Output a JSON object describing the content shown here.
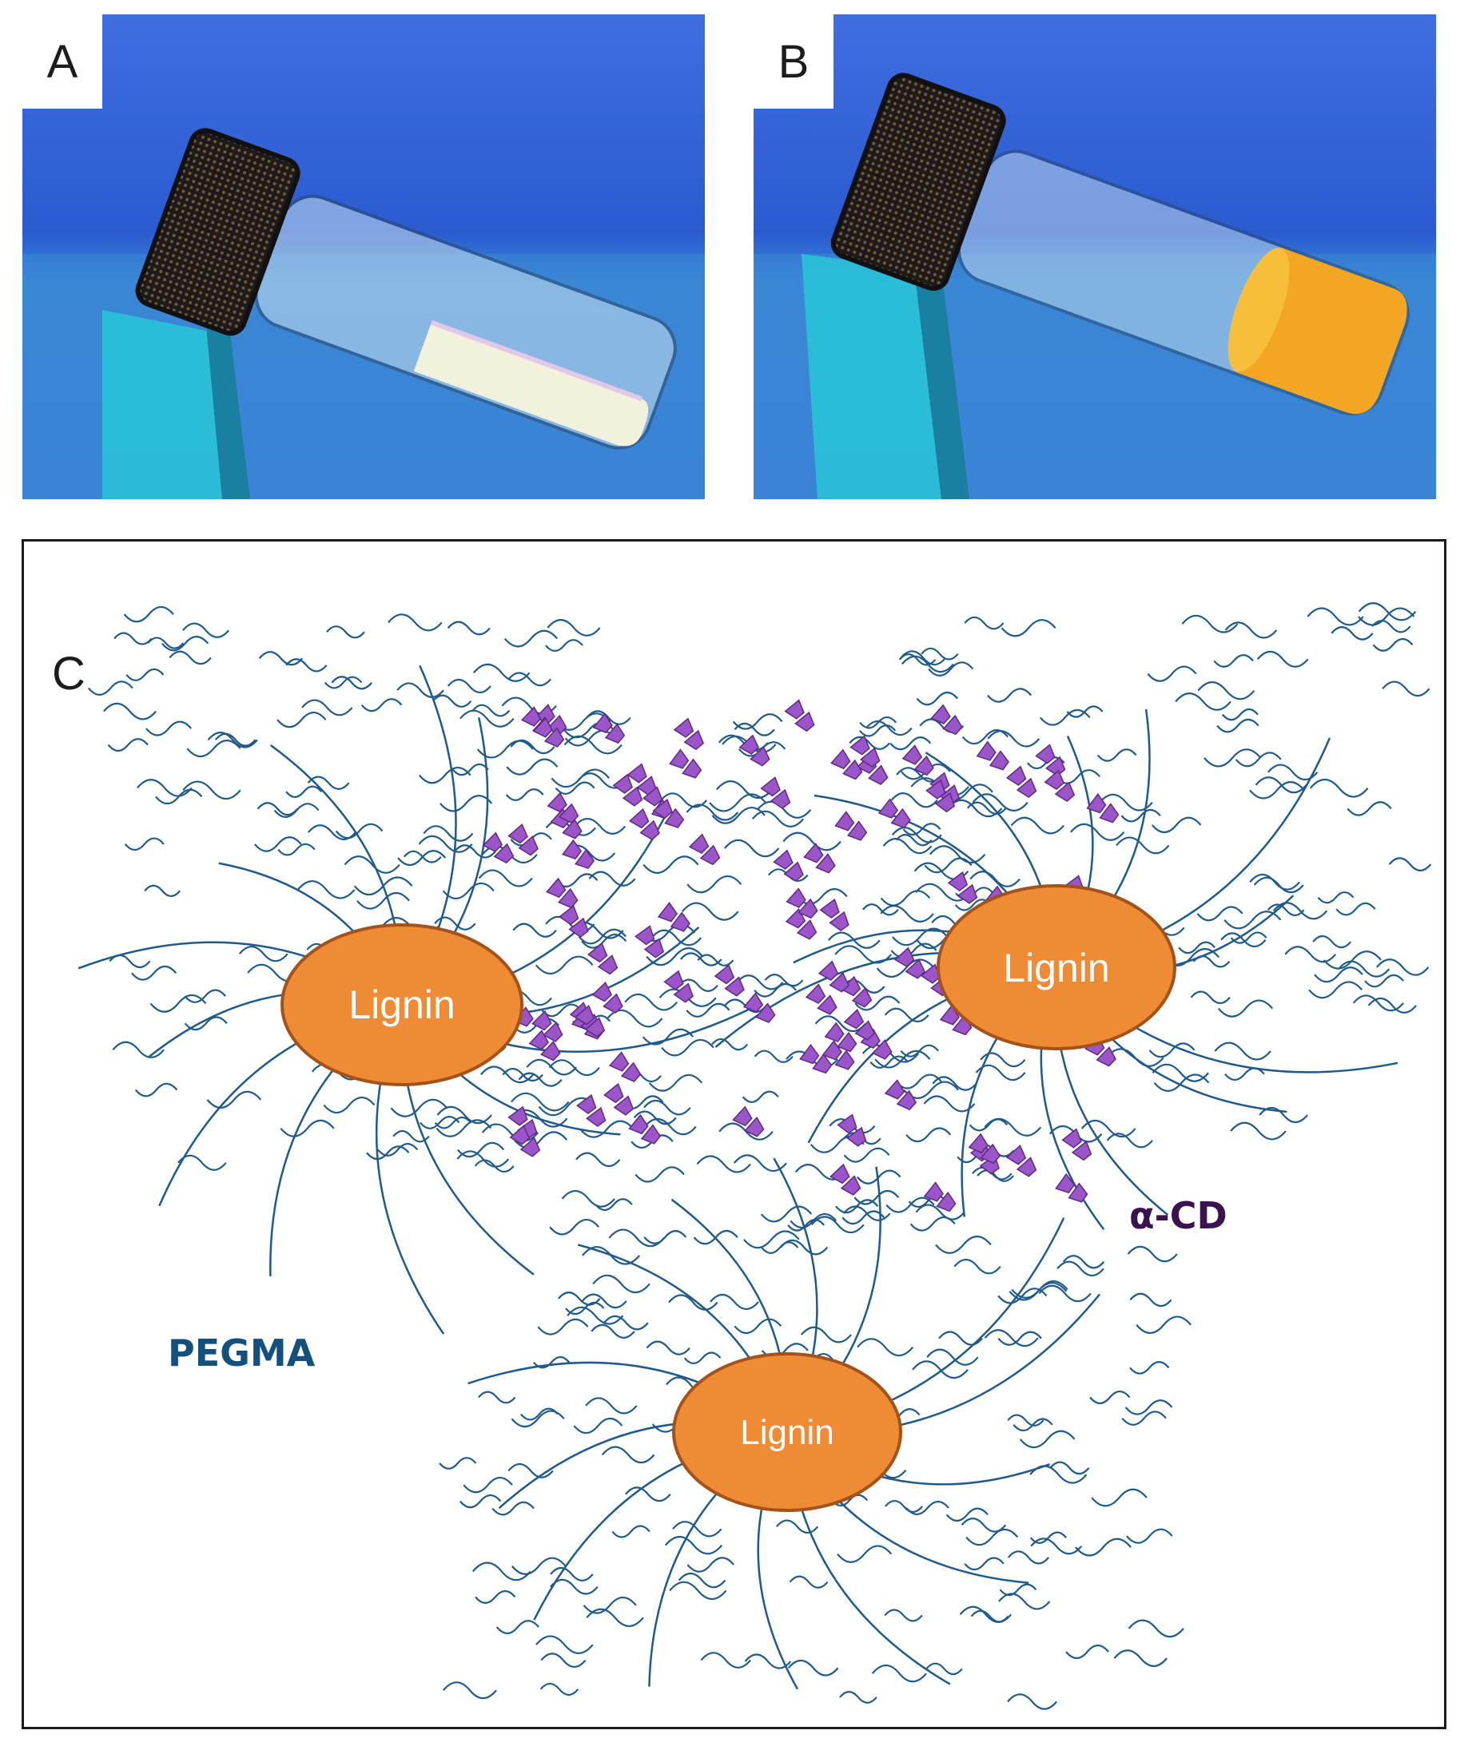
{
  "panels": {
    "a": {
      "label": "A"
    },
    "b": {
      "label": "B"
    },
    "c": {
      "label": "C"
    }
  },
  "diagram": {
    "lignin_label": "Lignin",
    "pegma_label": "PEGMA",
    "acd_label": "α-CD"
  },
  "colors": {
    "photo_background": "#2f63d6",
    "lignin_fill": "#ef8a35",
    "lignin_stroke": "#a3521a",
    "pegma_chain": "#1f5a8c",
    "pegma_label": "#14507e",
    "acd_fill": "#9b55c8",
    "acd_label": "#3a1250",
    "gel_white": "#f1f1dc",
    "gel_yellow": "#f2a623"
  }
}
